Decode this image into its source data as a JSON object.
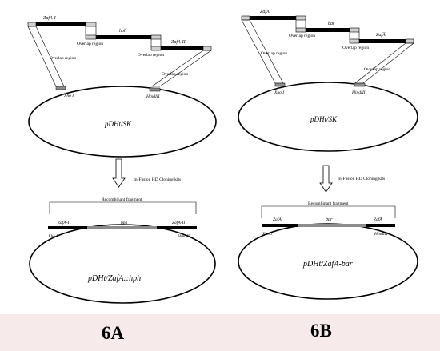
{
  "panel_a": {
    "fragments": {
      "zafa1": "ZafA-I",
      "hph": "hph",
      "zafa2": "ZafA-II"
    },
    "overlap_labels": [
      "Overlap region",
      "Overlap region",
      "Overlap region",
      "Overlap region"
    ],
    "sites": {
      "xho": "Xho I",
      "hind": "HindIII"
    },
    "plasmid": "pDHt/SK",
    "arrow_label": "In-Fusion HD Cloning kits",
    "recomb_label": "Recombinant fragment",
    "product": {
      "left": "ZafA-I",
      "middle": "hph",
      "right": "ZafA-II",
      "xho": "Xho I",
      "hind": "HindIII",
      "name": "pDHt/ZafA::hph"
    },
    "caption": "6A"
  },
  "panel_b": {
    "fragments": {
      "zafa": "ZafA",
      "bar": "bar",
      "zafa2": "ZafA̅"
    },
    "overlap_labels": [
      "Overlap region",
      "Overlap region",
      "Overlap region",
      "Overlap region"
    ],
    "sites": {
      "xho": "Xho I",
      "hind": "HindIII"
    },
    "plasmid": "pDHt/SK",
    "arrow_label": "In-Fusion HD Cloning kits",
    "recomb_label": "Recombinant fragment",
    "product": {
      "left": "ZafA",
      "middle": "bar",
      "right": "ZafA̅",
      "xho": "Xho I",
      "hind": "HindIII",
      "name": "pDHt/ZafA-bar"
    },
    "caption": "6B"
  },
  "colors": {
    "fragment": "#000000",
    "overlap_box": "#d9d9d9",
    "mid_insert": "#8c8c8c",
    "caption_band": "#f5e6e6"
  }
}
